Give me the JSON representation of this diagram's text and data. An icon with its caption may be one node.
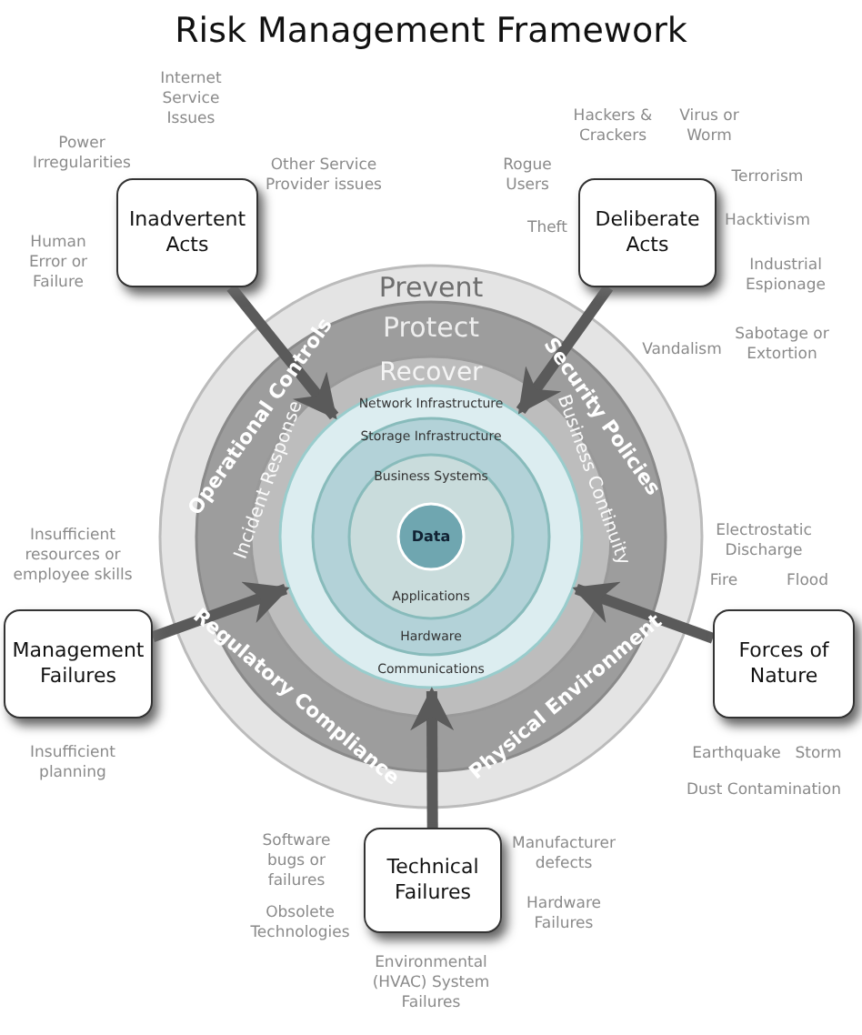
{
  "diagram": {
    "title": "Risk Management Framework",
    "nodes": [
      {
        "text": [
          "Prevent"
        ]
      },
      {
        "text": [
          "Protect",
          "Operational Controls",
          "Security Policies",
          "Regulatory Compliance",
          "Physical Environment"
        ],
        "in": 0
      },
      {
        "text": [
          "Recover",
          "Incident Response",
          "Business Continuity"
        ],
        "in": 1
      },
      {
        "text": [
          "Network Infrastructure",
          "Communications"
        ],
        "in": 2
      },
      {
        "text": [
          "Storage Infrastructure",
          "Hardware"
        ],
        "in": 3
      },
      {
        "text": [
          "Business Systems",
          "Applications"
        ],
        "in": 4
      },
      {
        "text": [
          "Data"
        ],
        "in": 5
      },
      {
        "text": [
          "Inadvertent Acts"
        ],
        "beside": [
          "Power Irregularities",
          "Internet Service Issues",
          "Other Service Provider issues",
          "Human Error or Failure"
        ]
      },
      {
        "text": [
          "Deliberate Acts"
        ],
        "beside": [
          "Rogue Users",
          "Hackers & Crackers",
          "Virus or Worm",
          "Terrorism",
          "Theft",
          "Hacktivism",
          "Industrial Espionage",
          "Vandalism",
          "Sabotage or Extortion"
        ]
      },
      {
        "text": [
          "Management Failures"
        ],
        "beside": [
          "Insufficient resources or employee skills",
          "Insufficient planning"
        ]
      },
      {
        "text": [
          "Forces of Nature"
        ],
        "beside": [
          "Electrostatic Discharge",
          "Fire",
          "Flood",
          "Earthquake",
          "Storm",
          "Dust Contamination"
        ]
      },
      {
        "text": [
          "Technical Failures"
        ],
        "beside": [
          "Software bugs or failures",
          "Manufacturer defects",
          "Obsolete Technologies",
          "Hardware Failures",
          "Environmental (HVAC) System Failures"
        ]
      }
    ],
    "edges": [
      {
        "from": 7,
        "to": 3,
        "arrow": "to"
      },
      {
        "from": 8,
        "to": 3,
        "arrow": "to"
      },
      {
        "from": 9,
        "to": 3,
        "arrow": "to"
      },
      {
        "from": 10,
        "to": 3,
        "arrow": "to"
      },
      {
        "from": 11,
        "to": 3,
        "arrow": "to"
      }
    ]
  }
}
